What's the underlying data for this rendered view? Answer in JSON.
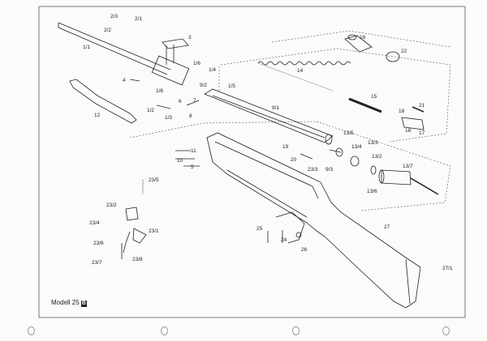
{
  "model": {
    "label": "Modell 25",
    "variant": "B"
  },
  "labels": {
    "p2_3": "2/3",
    "p2_1": "2/1",
    "p2_2": "2/2",
    "p3": "3",
    "p1_1": "1/1",
    "p1_6a": "1/6",
    "p1_4": "1/4",
    "p4": "4",
    "p1_6b": "1/6",
    "p1_5": "1/5",
    "p12": "12",
    "p1_2": "1/2",
    "p1_3": "1/3",
    "p6": "6",
    "p7": "7",
    "p8": "8",
    "p9_2": "9/2",
    "p14": "14",
    "p9_1": "9/1",
    "p16": "16",
    "p22": "22",
    "p15": "15",
    "p18a": "18",
    "p21": "21",
    "p18b": "18",
    "p17": "17",
    "p13_5": "13/5",
    "p13_4": "13/4",
    "p13_3": "13/3",
    "p13_2": "13/2",
    "p13_7": "13/7",
    "p13_6": "13/6",
    "p19": "19",
    "p20": "20",
    "p23_3": "23/3",
    "p9_3": "9/3",
    "p11": "11",
    "p10": "10",
    "p5": "5",
    "p23_5": "23/5",
    "p23_2": "23/2",
    "p23_4": "23/4",
    "p23_1": "23/1",
    "p23_6": "23/6",
    "p23_7": "23/7",
    "p23_8": "23/8",
    "p25": "25",
    "p24": "24",
    "p26": "26",
    "p27": "27",
    "p27_1": "27/1"
  }
}
